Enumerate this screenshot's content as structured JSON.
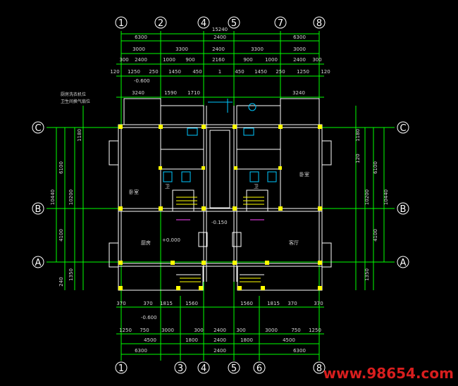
{
  "axes": {
    "top": [
      "1",
      "2",
      "4",
      "5",
      "7",
      "8"
    ],
    "bottom": [
      "1",
      "3",
      "4",
      "5",
      "6",
      "8"
    ],
    "left": [
      "C",
      "B",
      "A"
    ],
    "right": [
      "C",
      "B",
      "A"
    ]
  },
  "top_dims": {
    "total": "15240",
    "row1": [
      "6300",
      "2400",
      "6300"
    ],
    "row2": [
      "3000",
      "3300",
      "2400",
      "3300",
      "3000"
    ],
    "row3": [
      "300",
      "2400",
      "1000",
      "900",
      "2160",
      "900",
      "1000",
      "2400",
      "300"
    ],
    "row4": [
      "120",
      "1250",
      "250",
      "1450",
      "450",
      "1",
      "450",
      "1450",
      "250",
      "1250",
      "120"
    ],
    "row5": [
      "3240",
      "1590",
      "1710",
      "3240"
    ]
  },
  "bottom_dims": {
    "row1": [
      "370",
      "370",
      "1815",
      "1560",
      "1560",
      "1815",
      "370",
      "370"
    ],
    "row2": [
      "1250",
      "750",
      "3000",
      "300",
      "2400",
      "300",
      "3000",
      "750",
      "1250"
    ],
    "row3": [
      "4500",
      "1800",
      "2400",
      "1800",
      "4500"
    ],
    "row4": [
      "6300",
      "2400",
      "6300"
    ]
  },
  "left_dims": [
    "10440",
    "6100",
    "10200",
    "4100",
    "1350",
    "240",
    "1180"
  ],
  "right_dims": [
    "10440",
    "6100",
    "10200",
    "4100",
    "1350",
    "1180",
    "120"
  ],
  "levels": [
    "-0.600",
    "+0.000",
    "-0.600",
    "-0.150"
  ],
  "rooms": [
    "卧室",
    "厨房",
    "客厅",
    "卫",
    "卫",
    "卧室"
  ],
  "notes": [
    "厨房洗衣机位",
    "卫生间换气扇位"
  ],
  "watermark": "www.98654.com",
  "colors": {
    "grid": "#00ff00",
    "wall": "#ffffff",
    "column": "#ffff00",
    "dimtext": "#d8d8d8",
    "accent": "#00c8ff",
    "watermark": "#d81e1e"
  }
}
